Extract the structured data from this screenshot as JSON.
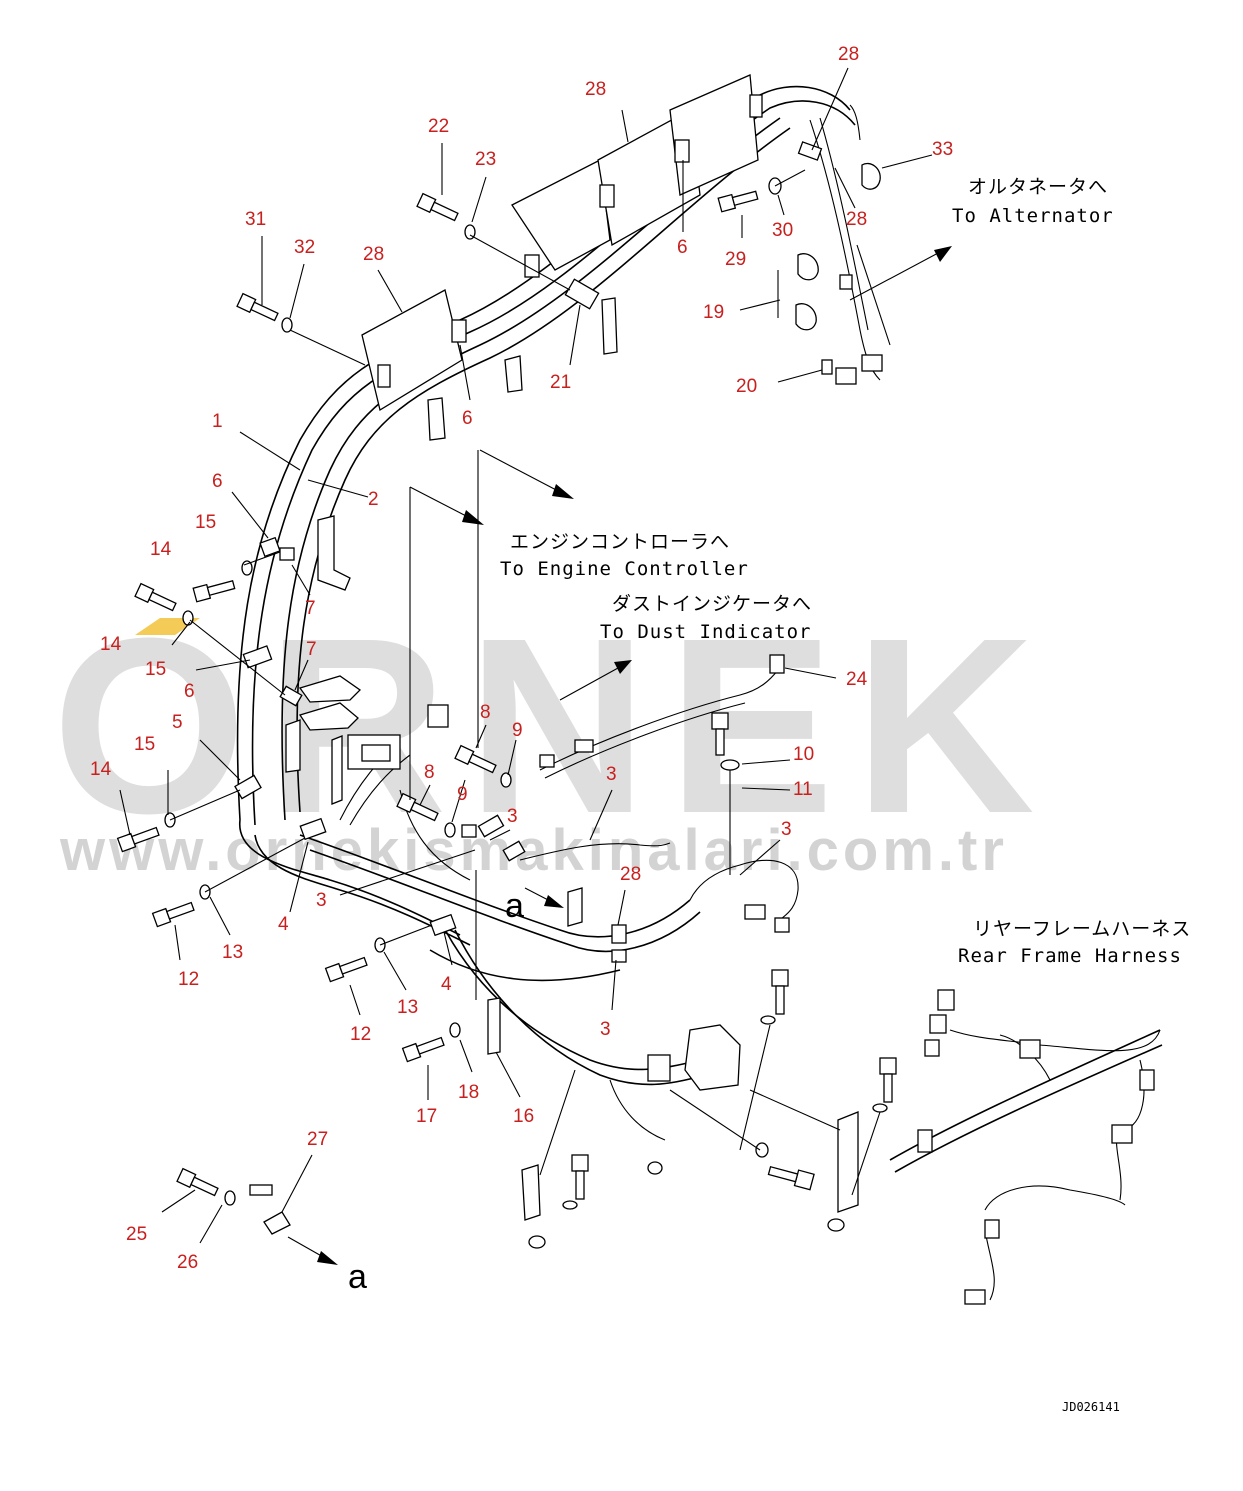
{
  "diagram": {
    "reference_code": "JD026141",
    "destinations": {
      "alternator": {
        "jp": "オルタネータへ",
        "en": "To Alternator"
      },
      "engine_controller": {
        "jp": "エンジンコントローラへ",
        "en": "To Engine Controller"
      },
      "dust_indicator": {
        "jp": "ダストインジケータへ",
        "en": "To Dust Indicator"
      },
      "rear_frame_harness": {
        "jp": "リヤーフレームハーネス",
        "en": "Rear Frame Harness"
      }
    },
    "view_marker": "a",
    "part_labels": [
      "28",
      "28",
      "22",
      "23",
      "33",
      "28",
      "31",
      "32",
      "28",
      "29",
      "30",
      "6",
      "19",
      "21",
      "6",
      "20",
      "1",
      "2",
      "6",
      "15",
      "14",
      "7",
      "14",
      "15",
      "6",
      "7",
      "24",
      "5",
      "8",
      "9",
      "15",
      "10",
      "14",
      "8",
      "11",
      "9",
      "3",
      "3",
      "3",
      "3",
      "4",
      "28",
      "13",
      "12",
      "13",
      "4",
      "3",
      "12",
      "18",
      "17",
      "16",
      "27",
      "25",
      "26"
    ]
  },
  "watermark": {
    "brand": "ORNEK",
    "url": "www.ornekismakinalari.com.tr"
  }
}
